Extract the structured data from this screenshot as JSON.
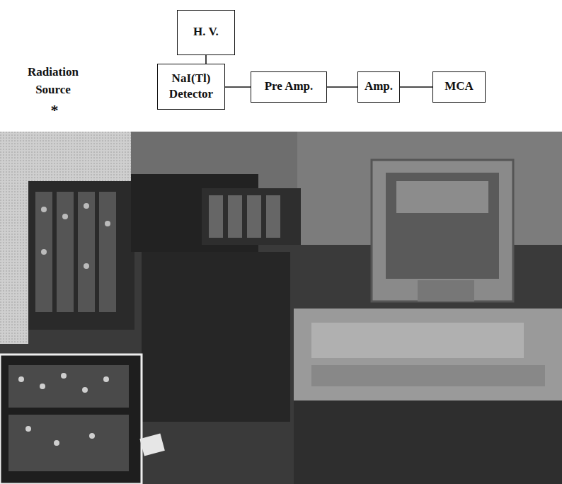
{
  "diagram": {
    "nodes": [
      {
        "text": [
          "H. V."
        ]
      },
      {
        "text": [
          "NaI(Tl) Detector"
        ]
      },
      {
        "text": [
          "Pre Amp."
        ]
      },
      {
        "text": [
          "Amp."
        ]
      },
      {
        "text": [
          "MCA"
        ]
      }
    ],
    "edges": [
      {
        "from": 0,
        "to": 1,
        "arrow": "none"
      },
      {
        "from": 1,
        "to": 2,
        "arrow": "none"
      },
      {
        "from": 2,
        "to": 3,
        "arrow": "none"
      },
      {
        "from": 3,
        "to": 4,
        "arrow": "none"
      }
    ],
    "labels": [
      "Radiation Source",
      "*"
    ]
  }
}
